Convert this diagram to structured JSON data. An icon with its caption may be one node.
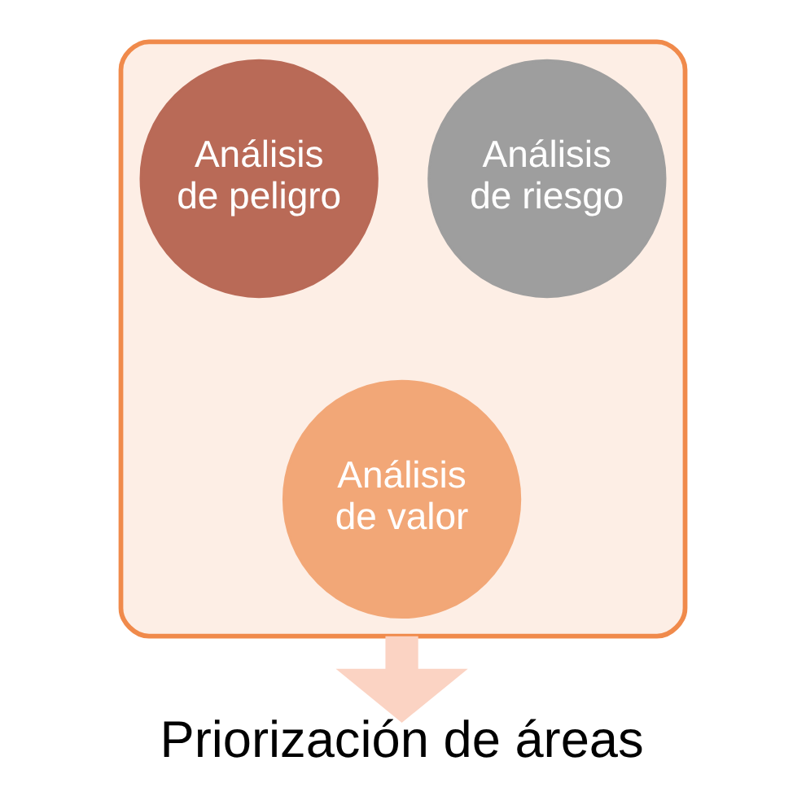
{
  "diagram": {
    "nodes": [
      {
        "text": [],
        "shape": "funnel"
      },
      {
        "text": [
          "Análisis de peligro"
        ],
        "in": 0
      },
      {
        "text": [
          "Análisis de riesgo"
        ],
        "in": 0
      },
      {
        "text": [
          "Análisis de valor"
        ],
        "in": 0
      },
      {
        "text": [
          "Priorización de áreas"
        ]
      }
    ],
    "edges": [
      {
        "from": 0,
        "to": 4,
        "arrow": "to"
      }
    ]
  }
}
